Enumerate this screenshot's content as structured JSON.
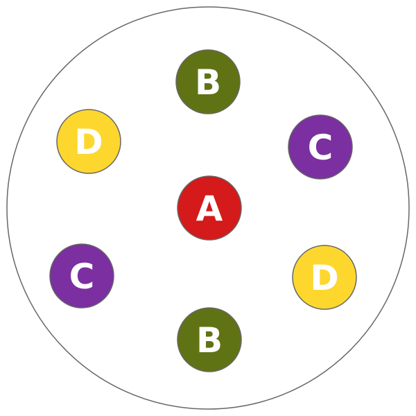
{
  "colors": {
    "A": "#d41a1a",
    "B": "#5f7314",
    "C": "#7b2fa0",
    "D": "#fdd72e",
    "stroke": "#666666"
  },
  "nodes": [
    {
      "label": "B",
      "group": "B"
    },
    {
      "label": "D",
      "group": "D"
    },
    {
      "label": "C",
      "group": "C"
    },
    {
      "label": "A",
      "group": "A"
    },
    {
      "label": "C",
      "group": "C"
    },
    {
      "label": "D",
      "group": "D"
    },
    {
      "label": "B",
      "group": "B"
    }
  ]
}
